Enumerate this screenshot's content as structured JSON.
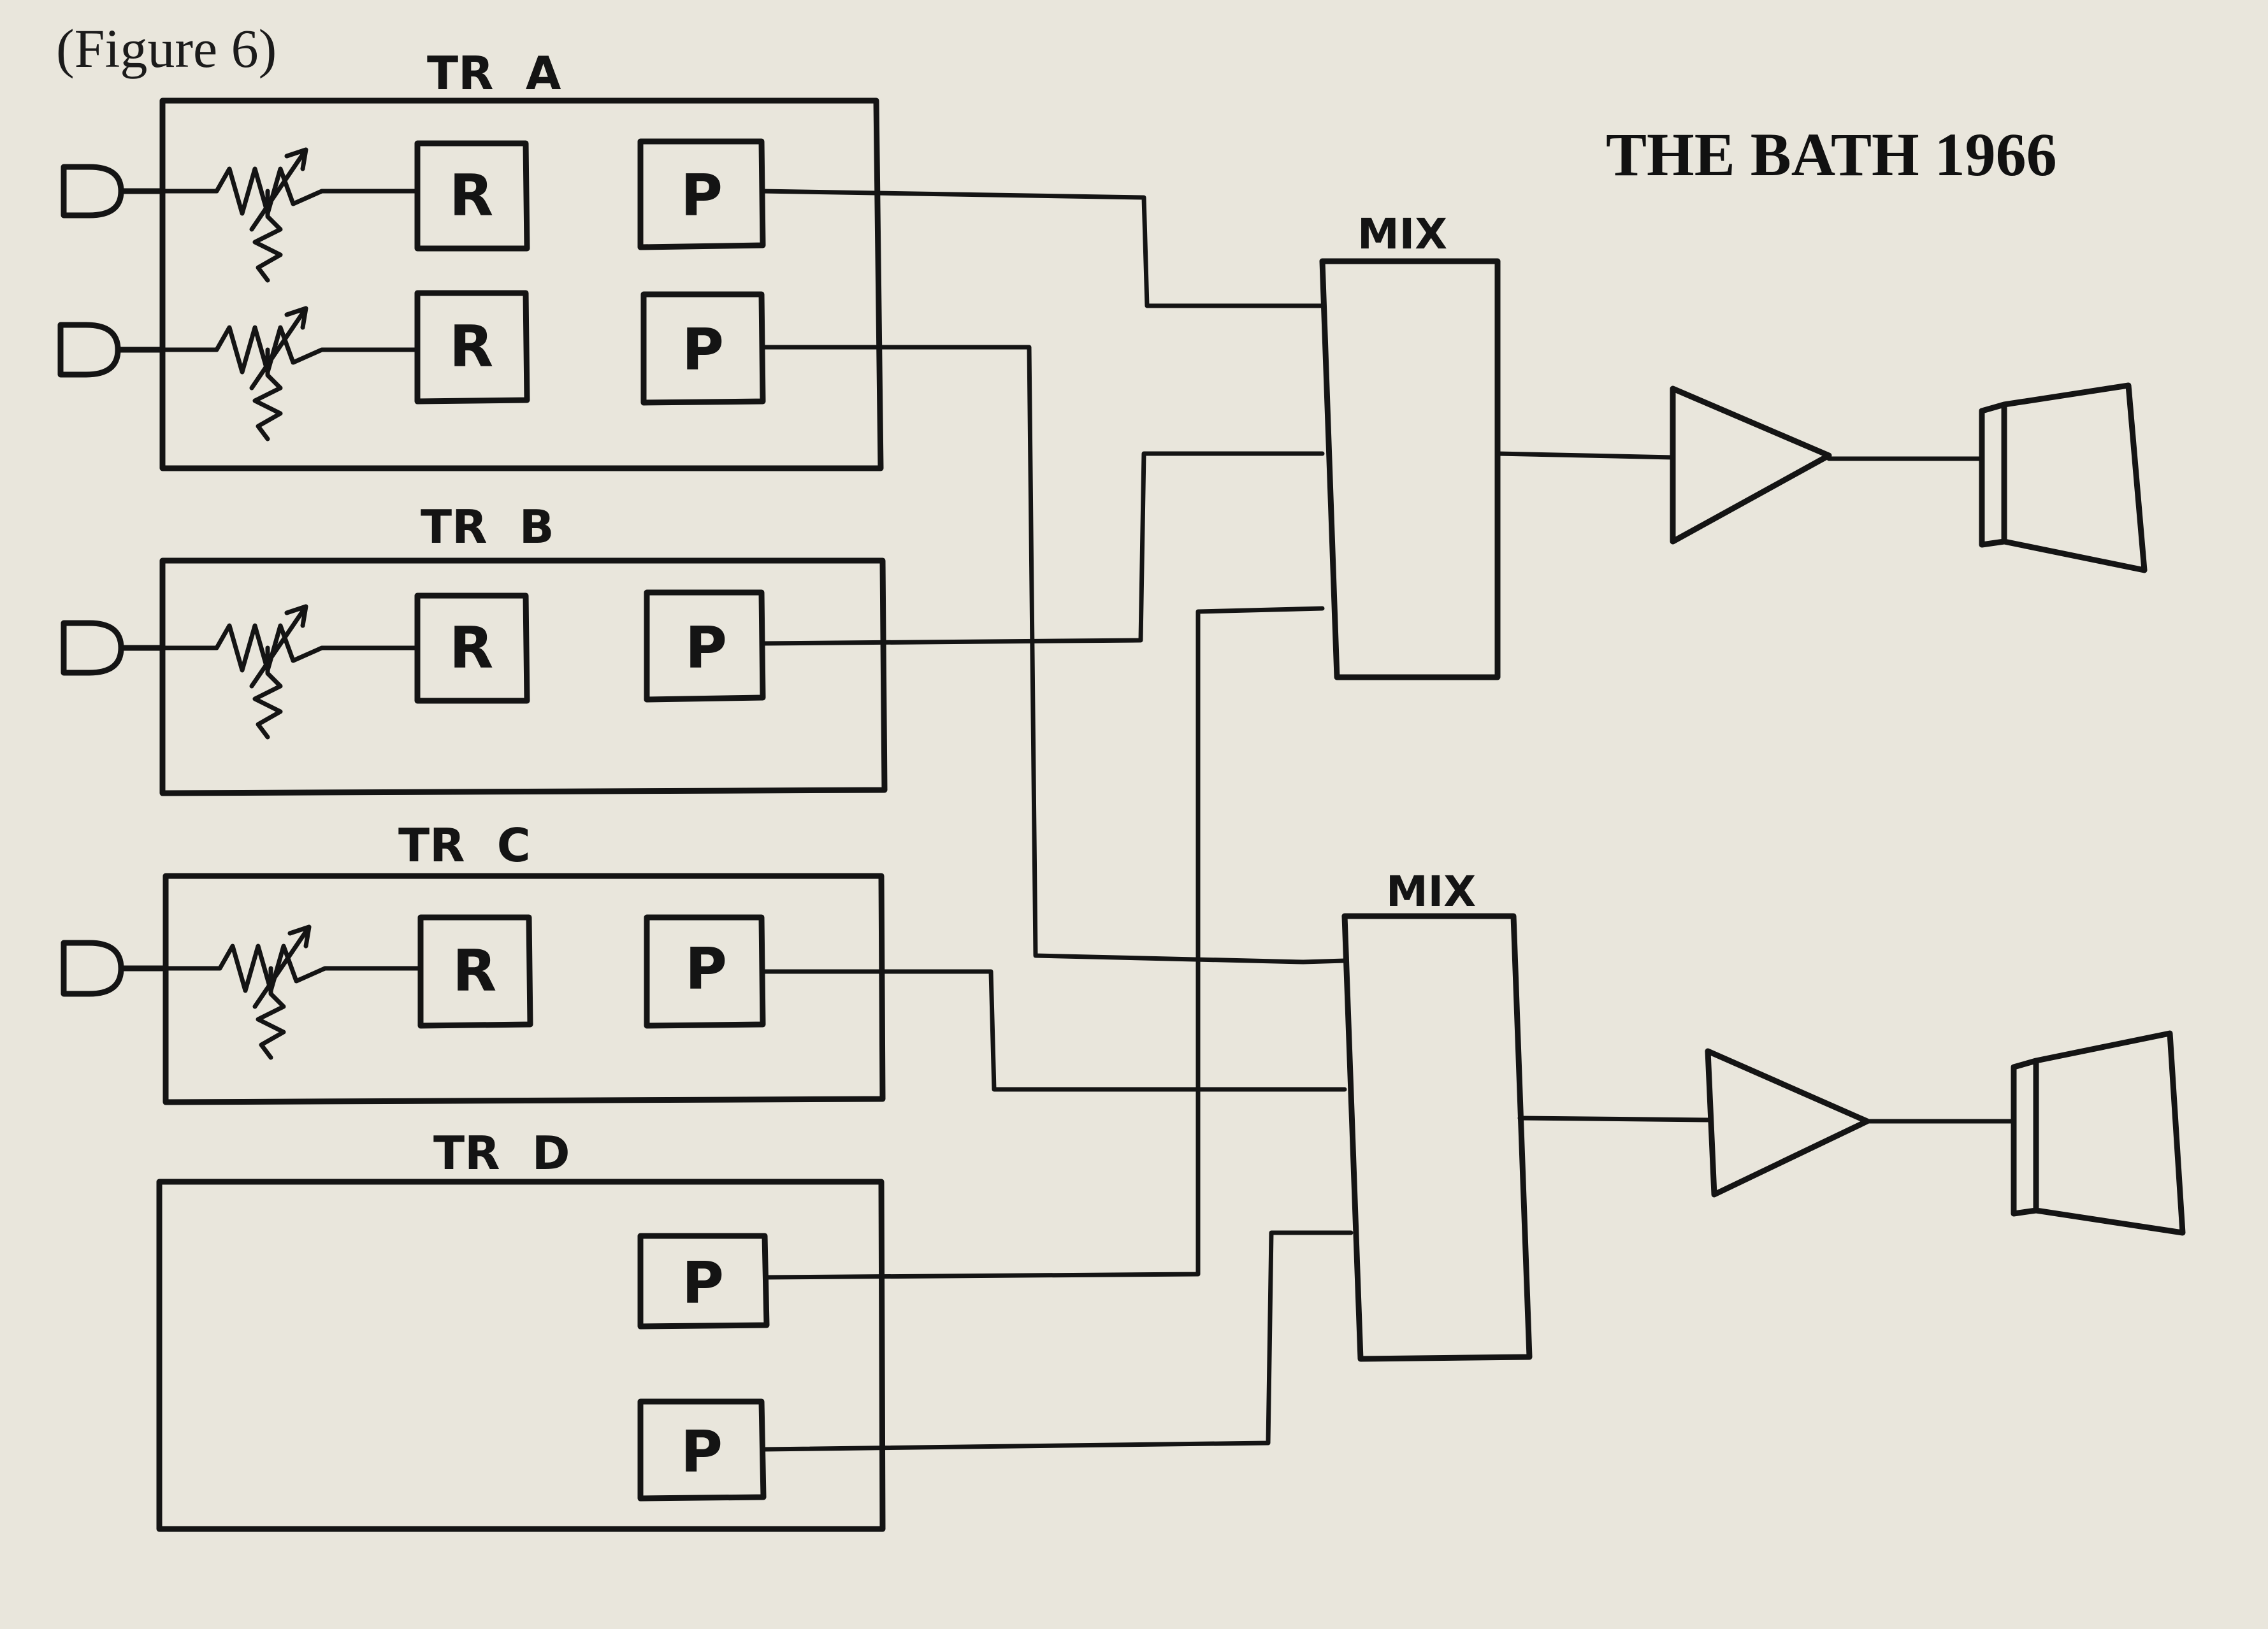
{
  "figure_label": "(Figure 6)",
  "title": "THE BATH 1966",
  "tracks": {
    "a": "TR  A",
    "b": "TR  B",
    "c": "TR  C",
    "d": "TR  D"
  },
  "block_labels": {
    "record": "R",
    "playback": "P",
    "mixer": "MIX"
  },
  "colors": {
    "paper": "#e9e6dc",
    "ink": "#141414"
  },
  "icons": [
    "microphone-icon",
    "variable-resistor-icon",
    "amplifier-icon",
    "loudspeaker-icon"
  ]
}
